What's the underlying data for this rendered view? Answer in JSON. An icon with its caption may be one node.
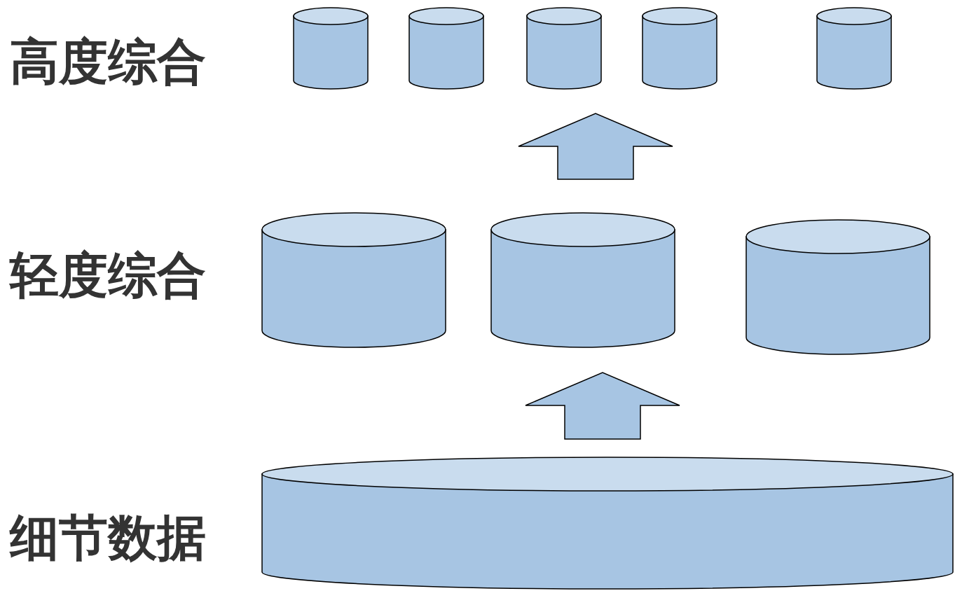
{
  "diagram": {
    "nodes": [
      {
        "text": [],
        "shape": "cylinder"
      },
      {
        "text": [],
        "shape": "cylinder"
      },
      {
        "text": [],
        "shape": "cylinder"
      },
      {
        "text": [],
        "shape": "cylinder"
      },
      {
        "text": [],
        "shape": "cylinder"
      },
      {
        "text": [],
        "shape": "cylinder"
      },
      {
        "text": [],
        "shape": "cylinder"
      },
      {
        "text": [],
        "shape": "cylinder"
      },
      {
        "text": [],
        "shape": "cylinder"
      }
    ],
    "edges": [
      {
        "from": 8,
        "to": 6,
        "arrow": "to"
      },
      {
        "from": 6,
        "to": 2,
        "arrow": "to"
      }
    ],
    "labels": [
      "高度综合",
      "轻度综合",
      "细节数据"
    ]
  }
}
